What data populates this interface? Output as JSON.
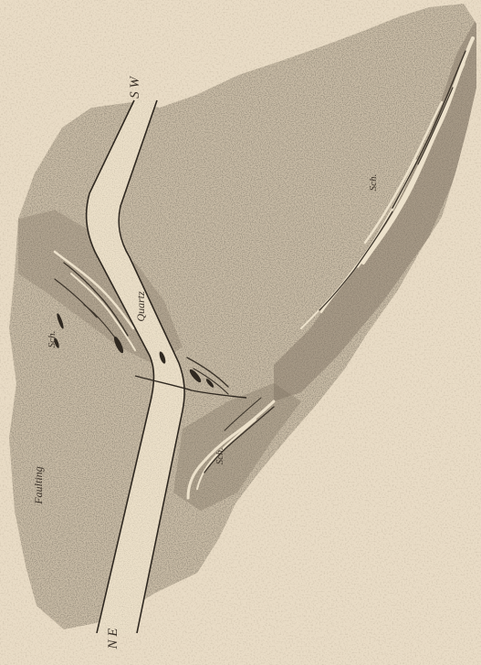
{
  "labels": {
    "orientation_sw": "S W",
    "orientation_ne": "N E",
    "faulting": "Faulting",
    "quartz": "Quartz",
    "label_sch_right": "Sch.",
    "label_sch_left": "Sch.",
    "label_sch_bottom": "Sch."
  },
  "colors": {
    "paper": "#e9dcc6",
    "stipple_ground": "#c6b8a2",
    "stipple_dark": "#6d6252",
    "vein": "#ede2cc",
    "ink": "#3a3128"
  }
}
